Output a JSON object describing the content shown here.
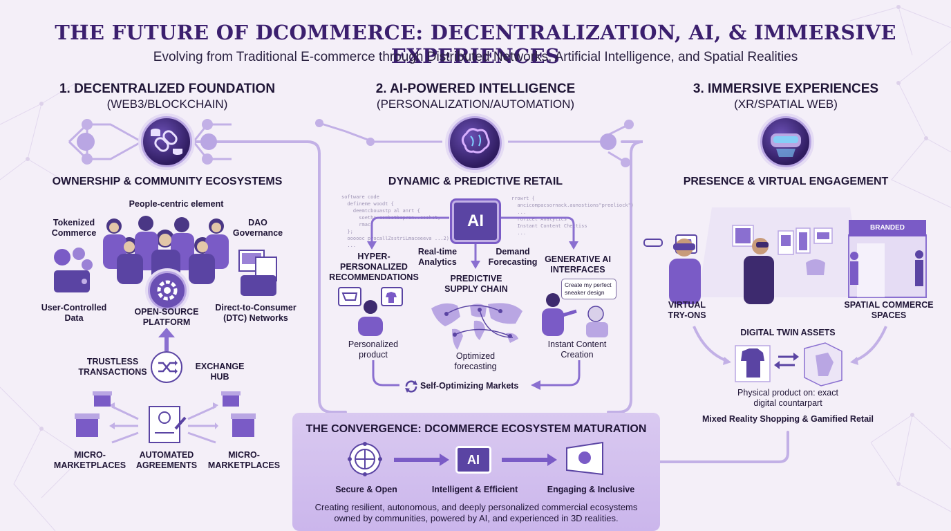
{
  "title": "THE FUTURE OF DCOMMERCE: DECENTRALIZATION, AI, & IMMERSIVE EXPERIENCES",
  "subtitle": "Evolving from Traditional E-commerce through Distributed Networks, Artificial Intelligence, and Spatial Realities",
  "colors": {
    "accent": "#7a5bc6",
    "dark": "#3b1f6e",
    "light": "#c2b0e6",
    "background": "#f4eff8"
  },
  "col1": {
    "heading": "1. DECENTRALIZED FOUNDATION",
    "subheading": "(WEB3/BLOCKCHAIN)",
    "icon": "chain-link-database-icon",
    "section": "OWNERSHIP & COMMUNITY ECOSYSTEMS",
    "people_label": "People-centric element",
    "tokenized": "Tokenized\nCommerce",
    "dao": "DAO\nGovernance",
    "user_data": "User-Controlled\nData",
    "open_source": "OPEN-SOURCE\nPLATFORM",
    "dtc": "Direct-to-Consumer\n(DTC) Networks",
    "trustless": "TRUSTLESS\nTRANSACTIONS",
    "exchange_hub": "EXCHANGE HUB",
    "micro_left": "MICRO-\nMARKETPLACES",
    "agreements": "AUTOMATED\nAGREEMENTS",
    "micro_right": "MICRO-\nMARKETPLACES"
  },
  "col2": {
    "heading": "2. AI-POWERED INTELLIGENCE",
    "subheading": "(PERSONALIZATION/AUTOMATION)",
    "icon": "brain-icon",
    "section": "DYNAMIC & PREDICTIVE RETAIL",
    "chip": "AI",
    "hyper": "HYPER-\nPERSONALIZED\nRECOMMENDATIONS",
    "realtime": "Real-time\nAnalytics",
    "demand": "Demand\nForecasting",
    "genai": "GENERATIVE AI\nINTERFACES",
    "supply": "PREDICTIVE\nSUPPLY CHAIN",
    "speech": "Create my perfect sneaker design",
    "personalized": "Personalized\nproduct",
    "optimized": "Optimized\nforecasting",
    "instant": "Instant Content\nCreation",
    "self_opt": "Self-Optimizing Markets",
    "code_left": "software code\n  defineme woodt {\n    deemtcbouastp al anrt {\n      soeths combatbopran..coohct;\n      rmac:\n  };\n  oooooc procallZsstriLmaceeeva ...2) {\n  ...",
    "code_right": "rrowrt {\n  ancicompacsornack.aunostions\"preeliock\")\n  ...\n  roficet Analytics\n  Instant Content Chectiss\n  ..."
  },
  "col3": {
    "heading": "3. IMMERSIVE EXPERIENCES",
    "subheading": "(XR/SPATIAL WEB)",
    "icon": "vr-headset-icon",
    "section": "PRESENCE & VIRTUAL ENGAGEMENT",
    "branded": "BRANDED",
    "tryons": "VIRTUAL\nTRY-ONS",
    "spatial": "SPATIAL COMMERCE\nSPACES",
    "twin": "DIGITAL TWIN ASSETS",
    "physical": "Physical product on: exact\ndigital countarpart",
    "mixed": "Mixed Reality Shopping & Gamified Retail"
  },
  "convergence": {
    "heading": "THE CONVERGENCE: DCOMMERCE ECOSYSTEM MATURATION",
    "secure": "Secure & Open",
    "intelligent": "Intelligent & Efficient",
    "engaging": "Engaging & Inclusive",
    "chip": "AI",
    "summary": "Creating resilient, autonomous, and deeply personalized commercial ecosystems\nowned by communities, powered by AI, and experienced in 3D realities."
  }
}
